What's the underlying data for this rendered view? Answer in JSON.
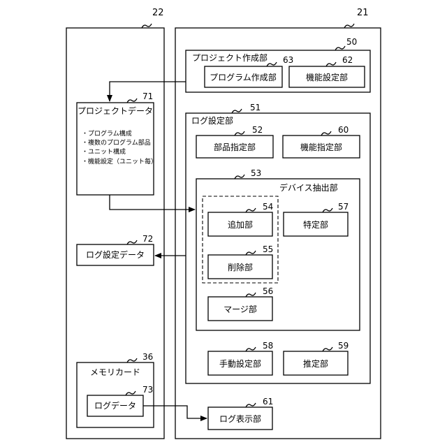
{
  "refs": {
    "device22": "22",
    "device21": "21",
    "project_create": "50",
    "program_create": "63",
    "function_set": "62",
    "project_data": "71",
    "log_setting": "51",
    "part_specify": "52",
    "function_specify": "60",
    "device_extract": "53",
    "add": "54",
    "specific": "57",
    "delete": "55",
    "merge": "56",
    "log_setting_data": "72",
    "manual_setting": "58",
    "estimate": "59",
    "memory_card": "36",
    "log_data": "73",
    "log_display": "61"
  },
  "labels": {
    "project_create": "プロジェクト作成部",
    "program_create": "プログラム作成部",
    "function_set": "機能設定部",
    "project_data": "プロジェクトデータ",
    "log_setting": "ログ設定部",
    "part_specify": "部品指定部",
    "function_specify": "機能指定部",
    "device_extract": "デバイス抽出部",
    "add": "追加部",
    "specific": "特定部",
    "delete": "削除部",
    "merge": "マージ部",
    "log_setting_data": "ログ設定データ",
    "manual_setting": "手動設定部",
    "estimate": "推定部",
    "memory_card": "メモリカード",
    "log_data": "ログデータ",
    "log_display": "ログ表示部"
  },
  "project_data_items": [
    "・プログラム構成",
    "・複数のプログラム部品",
    "・ユニット構成",
    "・機能設定（ユニット毎）"
  ]
}
